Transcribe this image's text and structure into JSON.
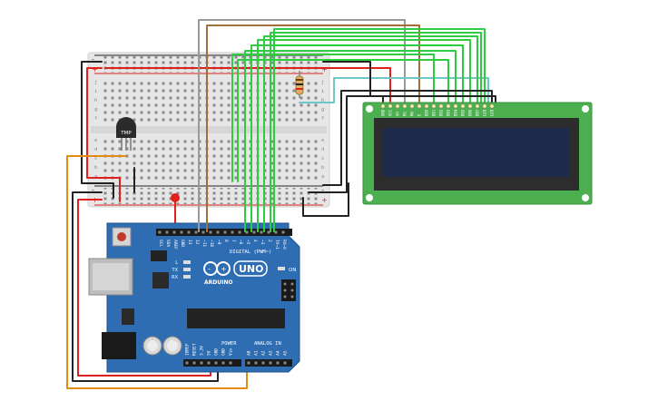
{
  "colors": {
    "board": "#2f6db3",
    "board_dark": "#1f4f8a",
    "lcd_pcb": "#4caf50",
    "lcd_screen": "#1e2b4a",
    "breadboard": "#e8e8e8",
    "wire_red": "#e0201c",
    "wire_black": "#222222",
    "wire_green": "#2ecc40",
    "wire_gray": "#9a9a9a",
    "wire_brown": "#a0703a",
    "wire_orange": "#e38b13",
    "wire_cyan": "#6fc6c6"
  },
  "sensor": {
    "label": "TMP"
  },
  "breadboard": {
    "row_letters_top": [
      "j",
      "i",
      "h",
      "g",
      "f"
    ],
    "row_letters_bottom": [
      "e",
      "d",
      "c",
      "b",
      "a"
    ],
    "plus": "+",
    "minus": "-"
  },
  "arduino": {
    "digital_label": "DIGITAL (PWM~)",
    "top_pins": [
      "SCL",
      "SDA",
      "AREF",
      "GND",
      "13",
      "12",
      "~11",
      "~10",
      "~9",
      "8",
      "7",
      "~6",
      "~5",
      "4",
      "~3",
      "2",
      "TX→1",
      "RX←0"
    ],
    "led_labels": [
      "L",
      "TX",
      "RX"
    ],
    "logo_text": "ARDUINO",
    "model": "UNO",
    "on_label": "ON",
    "power_label": "POWER",
    "analog_label": "ANALOG IN",
    "power_pins": [
      "IOREF",
      "RESET",
      "3.3V",
      "5V",
      "GND",
      "GND",
      "Vin"
    ],
    "analog_pins": [
      "A0",
      "A1",
      "A2",
      "A3",
      "A4",
      "A5"
    ]
  },
  "lcd": {
    "pins": [
      "GND",
      "VCC",
      "V0",
      "RS",
      "RW",
      "E",
      "DB0",
      "DB1",
      "DB2",
      "DB3",
      "DB4",
      "DB5",
      "DB6",
      "DB7",
      "LED",
      "LED"
    ]
  }
}
